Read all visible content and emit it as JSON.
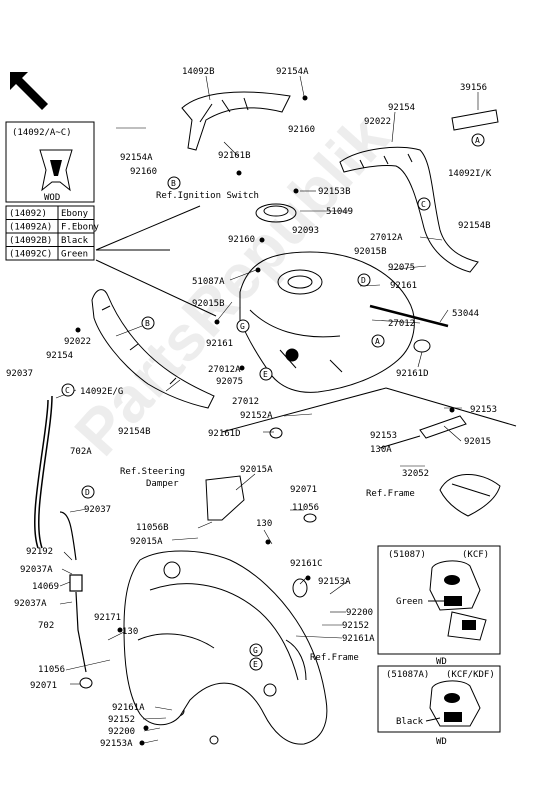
{
  "colors": {
    "ink": "#000000",
    "paper": "#ffffff",
    "watermark": "#e6e6e6"
  },
  "part_labels": {
    "p14092b": "14092B",
    "p92154a_top": "92154A",
    "p92160_top": "92160",
    "p39156": "39156",
    "p92154_r": "92154",
    "p92022_r": "92022",
    "p92154a_mid": "92154A",
    "p92160_mid": "92160",
    "p92161b": "92161B",
    "p14092ik": "14092I/K",
    "p92153b": "92153B",
    "p51049": "51049",
    "p27012a_r": "27012A",
    "p92154b_r": "92154B",
    "p92160_low": "92160",
    "p92093": "92093",
    "p92015b_r": "92015B",
    "p92075_r": "92075",
    "p51087a": "51087A",
    "p92161_r": "92161",
    "p92015b_l": "92015B",
    "p53044": "53044",
    "p92022_l": "92022",
    "p27012": "27012",
    "p92154_l": "92154",
    "p92161_mid": "92161",
    "p92037_l": "92037",
    "p27012a_l": "27012A",
    "p92075_l": "92075",
    "p92161d_r": "92161D",
    "p14092eg": "14092E/G",
    "p92153_r": "92153",
    "p27012_c": "27012",
    "p92154b_l": "92154B",
    "p92152a": "92152A",
    "p92153_r2": "92153",
    "p92161d_c": "92161D",
    "p92015_r": "92015",
    "p130a": "130A",
    "p702a": "702A",
    "p92015a_c": "92015A",
    "p32052": "32052",
    "p92071_r": "92071",
    "p92037_c": "92037",
    "p11056_r": "11056",
    "p11056b": "11056B",
    "p130_c": "130",
    "p92015a_l": "92015A",
    "p92192": "92192",
    "p92037a_1": "92037A",
    "p92161c": "92161C",
    "p14069": "14069",
    "p92037a_2": "92037A",
    "p92153a_r": "92153A",
    "p92171": "92171",
    "p702": "702",
    "p130_l": "130",
    "p92200_r": "92200",
    "p92152_r": "92152",
    "p92161a_r": "92161A",
    "p11056_l": "11056",
    "p92071_l": "92071",
    "p92161a_b": "92161A",
    "p92152_b": "92152",
    "p92200_b": "92200",
    "p92153a_b": "92153A"
  },
  "callouts": {
    "a": "A",
    "b": "B",
    "c": "C",
    "d": "D",
    "e": "E",
    "g": "G"
  },
  "reference_notes": {
    "ignition": "Ref.Ignition Switch",
    "steering_1": "Ref.Steering",
    "steering_2": "Damper",
    "frame_r": "Ref.Frame",
    "frame_c": "Ref.Frame"
  },
  "color_table": {
    "rows": [
      {
        "code": "(14092)",
        "color": "Ebony"
      },
      {
        "code": "(14092A)",
        "color": "F.Ebony"
      },
      {
        "code": "(14092B)",
        "color": "Black"
      },
      {
        "code": "(14092C)",
        "color": "Green"
      }
    ]
  },
  "inset_wod": {
    "title": "(14092/A~C)",
    "footer": "WOD"
  },
  "inset_kcf": {
    "title_code": "(51087)",
    "title_variant": "(KCF)",
    "label": "Green",
    "footer": "WD"
  },
  "inset_kcf_kdf": {
    "title_code": "(51087A)",
    "title_variant": "(KCF/KDF)",
    "label": "Black",
    "footer": "WD"
  },
  "watermark": "PartsRepublik"
}
